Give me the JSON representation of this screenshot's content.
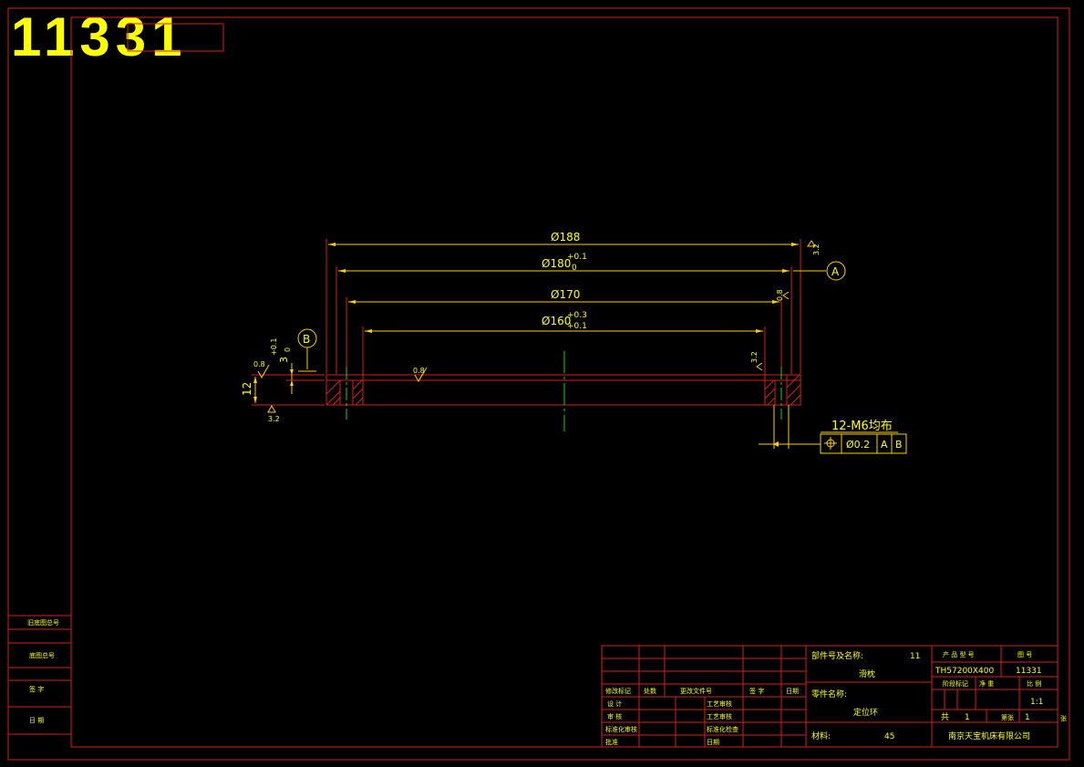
{
  "drawing_code": "11331",
  "dimensions": {
    "d188": "Ø188",
    "d180": "Ø180",
    "d180_tol_upper": "+0.1",
    "d180_tol_lower": "0",
    "d170": "Ø170",
    "d160": "Ø160",
    "d160_tol_upper": "+0.3",
    "d160_tol_lower": "+0.1",
    "height": "12",
    "step_value": "3",
    "step_tol_upper": "+0.1",
    "step_tol_lower": "0",
    "rough_08_left": "0.8",
    "rough_08_center": "0.8",
    "rough_08_right": "0.8",
    "rough_32_bottom": "3.2",
    "rough_32_right": "3.2",
    "rough_32_top": "3.2"
  },
  "datums": {
    "a": "A",
    "b": "B"
  },
  "thread_note": "12-M6均布",
  "tolerance_frame": {
    "symbol": "position-icon",
    "value": "Ø0.2",
    "datum1": "A",
    "datum2": "B"
  },
  "left_strip": {
    "row1": "旧底图总号",
    "row2": "底图总号",
    "row3": "签  字",
    "row4": "日  期"
  },
  "title_block": {
    "part_no_label": "部件号及名称:",
    "part_no_value": "11",
    "part_group_name": "滑枕",
    "product_model_label": "产 品 型 号",
    "product_model_value": "TH57200X400",
    "drawing_no_label": "图  号",
    "drawing_no_value": "11331",
    "part_name_label": "零件名称:",
    "part_name_value": "定位环",
    "material_label": "材料:",
    "material_value": "45",
    "stage_mark_label": "阶段标记",
    "weight_label": "净  重",
    "scale_label": "比  例",
    "scale_value": "1:1",
    "total_sheets_label": "共",
    "total_sheets_value": "1",
    "sheet_no_label": "第张",
    "sheet_no_value": "1",
    "company": "南京天宝机床有限公司",
    "rev_col_mark": "修改标记",
    "rev_col_count": "处数",
    "rev_col_docno": "更改文件号",
    "rev_col_sign": "签  字",
    "rev_col_date": "日期",
    "role_design": "设  计",
    "role_check": "审  核",
    "role_std": "标准化审核",
    "role_approve": "批准",
    "role_proc1": "工艺审核",
    "role_proc2": "工艺审核",
    "role_std2": "标准化检查",
    "role_date": "日期",
    "tail": "张"
  }
}
